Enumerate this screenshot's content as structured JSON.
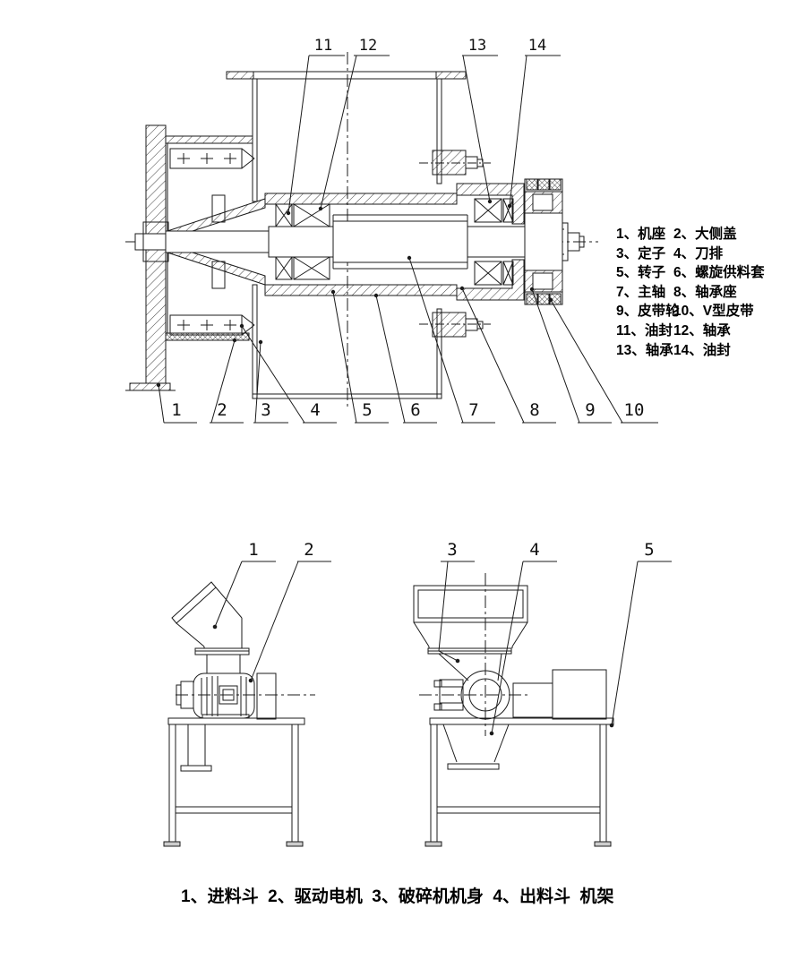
{
  "page": {
    "background": "#ffffff",
    "line_color": "#1b1b1b"
  },
  "section_view": {
    "top_callouts": [
      "11",
      "12",
      "13",
      "14"
    ],
    "bottom_callouts": [
      "1",
      "2",
      "3",
      "4",
      "5",
      "6",
      "7",
      "8",
      "9",
      "10"
    ],
    "legend": {
      "items": [
        {
          "text": "1、机座"
        },
        {
          "text": "2、大侧盖"
        },
        {
          "text": "3、定子"
        },
        {
          "text": "4、刀排"
        },
        {
          "text": "5、转子"
        },
        {
          "text": "6、螺旋供料套"
        },
        {
          "text": "7、主轴"
        },
        {
          "text": "8、轴承座"
        },
        {
          "text": "9、皮带轮"
        },
        {
          "text": "10、V型皮带"
        },
        {
          "text": "11、油封"
        },
        {
          "text": "12、轴承"
        },
        {
          "text": "13、轴承"
        },
        {
          "text": "14、油封"
        }
      ]
    }
  },
  "assembly_views": {
    "callouts": [
      "1",
      "2",
      "3",
      "4",
      "5"
    ],
    "caption": "1、进料斗  2、驱动电机  3、破碎机机身  4、出料斗  机架"
  }
}
